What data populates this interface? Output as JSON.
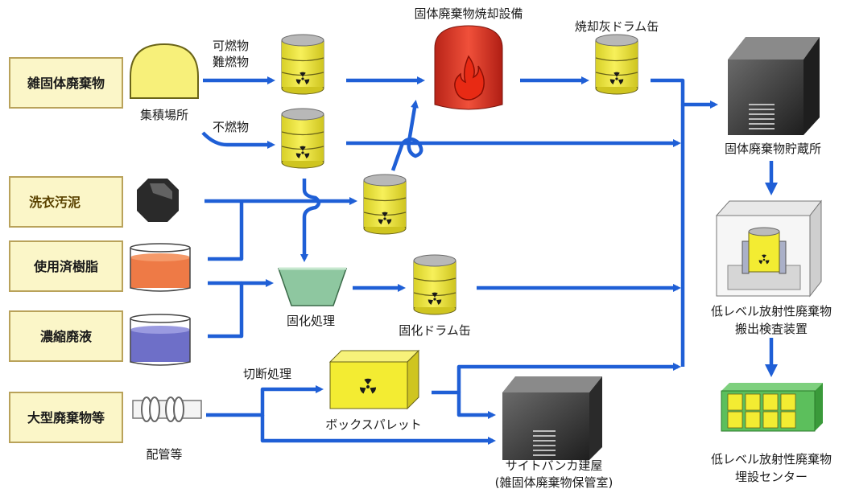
{
  "sources": {
    "misc_solid": "雑固体廃棄物",
    "laundry_sludge": "洗衣汚泥",
    "spent_resin": "使用済樹脂",
    "concentrated_liquid": "濃縮廃液",
    "large_waste": "大型廃棄物等"
  },
  "nodes": {
    "collection_site": "集積場所",
    "combustible_1": "可燃物",
    "combustible_2": "難燃物",
    "noncombustible": "不燃物",
    "incinerator": "固体廃棄物焼却設備",
    "ash_drum": "焼却灰ドラム缶",
    "solid_storage": "固体廃棄物貯蔵所",
    "solidification": "固化処理",
    "solidified_drum": "固化ドラム缶",
    "cutting": "切断処理",
    "box_pallet": "ボックスパレット",
    "piping": "配管等",
    "site_bunker_1": "サイトバンカ建屋",
    "site_bunker_2": "(雑固体廃棄物保管室)",
    "inspection_1": "低レベル放射性廃棄物",
    "inspection_2": "搬出検査装置",
    "burial_1": "低レベル放射性廃棄物",
    "burial_2": "埋設センター"
  },
  "colors": {
    "arrow": "#1f5fd6",
    "source_box_fill": "#fbf6c8",
    "source_box_border": "#b9a25a",
    "drum_yellow": "#f3ec32",
    "building_dark": "#3a3a3a",
    "incinerator_red": "#e03a2a",
    "resin_orange": "#ee7a46",
    "liquid_purple": "#6e6fc8",
    "solidifier_green": "#8ec7a0"
  },
  "icons": {
    "drum": "radioactive-drum-icon",
    "trefoil": "radiation-trefoil-icon",
    "flame": "flame-icon",
    "building": "storage-building-icon"
  }
}
